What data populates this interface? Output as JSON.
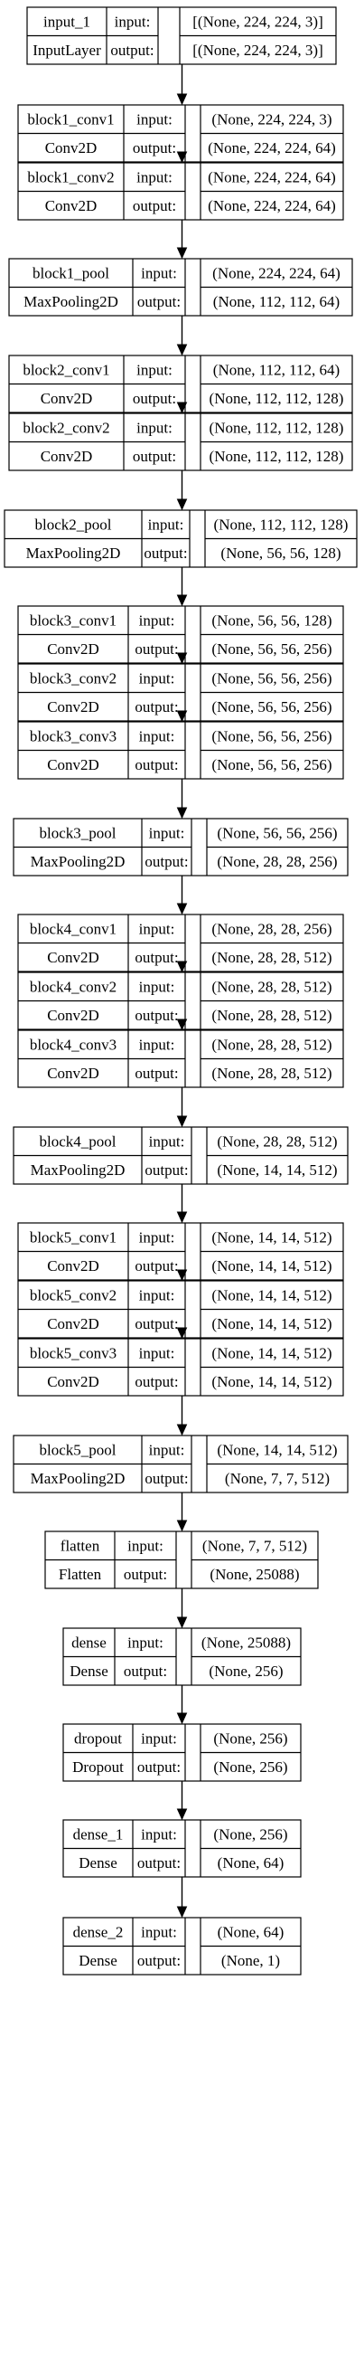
{
  "diagram": {
    "labels": {
      "input_key": "input:",
      "output_key": "output:"
    },
    "nodes": [
      {
        "name": "input_1",
        "type": "InputLayer",
        "input": "[(None, 224, 224, 3)]",
        "output": "[(None, 224, 224, 3)]"
      },
      {
        "name": "block1_conv1",
        "type": "Conv2D",
        "input": "(None, 224, 224, 3)",
        "output": "(None, 224, 224, 64)"
      },
      {
        "name": "block1_conv2",
        "type": "Conv2D",
        "input": "(None, 224, 224, 64)",
        "output": "(None, 224, 224, 64)"
      },
      {
        "name": "block1_pool",
        "type": "MaxPooling2D",
        "input": "(None, 224, 224, 64)",
        "output": "(None, 112, 112, 64)"
      },
      {
        "name": "block2_conv1",
        "type": "Conv2D",
        "input": "(None, 112, 112, 64)",
        "output": "(None, 112, 112, 128)"
      },
      {
        "name": "block2_conv2",
        "type": "Conv2D",
        "input": "(None, 112, 112, 128)",
        "output": "(None, 112, 112, 128)"
      },
      {
        "name": "block2_pool",
        "type": "MaxPooling2D",
        "input": "(None, 112, 112, 128)",
        "output": "(None, 56, 56, 128)"
      },
      {
        "name": "block3_conv1",
        "type": "Conv2D",
        "input": "(None, 56, 56, 128)",
        "output": "(None, 56, 56, 256)"
      },
      {
        "name": "block3_conv2",
        "type": "Conv2D",
        "input": "(None, 56, 56, 256)",
        "output": "(None, 56, 56, 256)"
      },
      {
        "name": "block3_conv3",
        "type": "Conv2D",
        "input": "(None, 56, 56, 256)",
        "output": "(None, 56, 56, 256)"
      },
      {
        "name": "block3_pool",
        "type": "MaxPooling2D",
        "input": "(None, 56, 56, 256)",
        "output": "(None, 28, 28, 256)"
      },
      {
        "name": "block4_conv1",
        "type": "Conv2D",
        "input": "(None, 28, 28, 256)",
        "output": "(None, 28, 28, 512)"
      },
      {
        "name": "block4_conv2",
        "type": "Conv2D",
        "input": "(None, 28, 28, 512)",
        "output": "(None, 28, 28, 512)"
      },
      {
        "name": "block4_conv3",
        "type": "Conv2D",
        "input": "(None, 28, 28, 512)",
        "output": "(None, 28, 28, 512)"
      },
      {
        "name": "block4_pool",
        "type": "MaxPooling2D",
        "input": "(None, 28, 28, 512)",
        "output": "(None, 14, 14, 512)"
      },
      {
        "name": "block5_conv1",
        "type": "Conv2D",
        "input": "(None, 14, 14, 512)",
        "output": "(None, 14, 14, 512)"
      },
      {
        "name": "block5_conv2",
        "type": "Conv2D",
        "input": "(None, 14, 14, 512)",
        "output": "(None, 14, 14, 512)"
      },
      {
        "name": "block5_conv3",
        "type": "Conv2D",
        "input": "(None, 14, 14, 512)",
        "output": "(None, 14, 14, 512)"
      },
      {
        "name": "block5_pool",
        "type": "MaxPooling2D",
        "input": "(None, 14, 14, 512)",
        "output": "(None, 7, 7, 512)"
      },
      {
        "name": "flatten",
        "type": "Flatten",
        "input": "(None, 7, 7, 512)",
        "output": "(None, 25088)"
      },
      {
        "name": "dense",
        "type": "Dense",
        "input": "(None, 25088)",
        "output": "(None, 256)"
      },
      {
        "name": "dropout",
        "type": "Dropout",
        "input": "(None, 256)",
        "output": "(None, 256)"
      },
      {
        "name": "dense_1",
        "type": "Dense",
        "input": "(None, 256)",
        "output": "(None, 64)"
      },
      {
        "name": "dense_2",
        "type": "Dense",
        "input": "(None, 64)",
        "output": "(None, 1)"
      }
    ]
  }
}
